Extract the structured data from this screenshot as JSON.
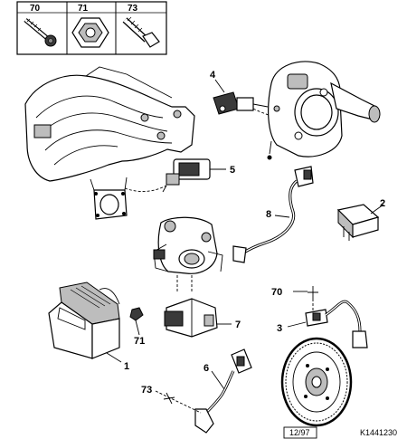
{
  "header": {
    "bolt_ref": "70",
    "nut_ref": "71",
    "screw_ref": "73"
  },
  "callouts": {
    "map_sensor": "4",
    "pressure_sensor": "5",
    "relay": "2",
    "wiring_harness": "8",
    "cam_sensor_screw": "70",
    "crank_sensor": "3",
    "idle_actuator": "7",
    "ecu_nut": "71",
    "ecu": "1",
    "crank_position_sensor": "6",
    "sensor_screw": "73"
  },
  "footer": {
    "date": "12/97",
    "reference": "K1441230"
  }
}
